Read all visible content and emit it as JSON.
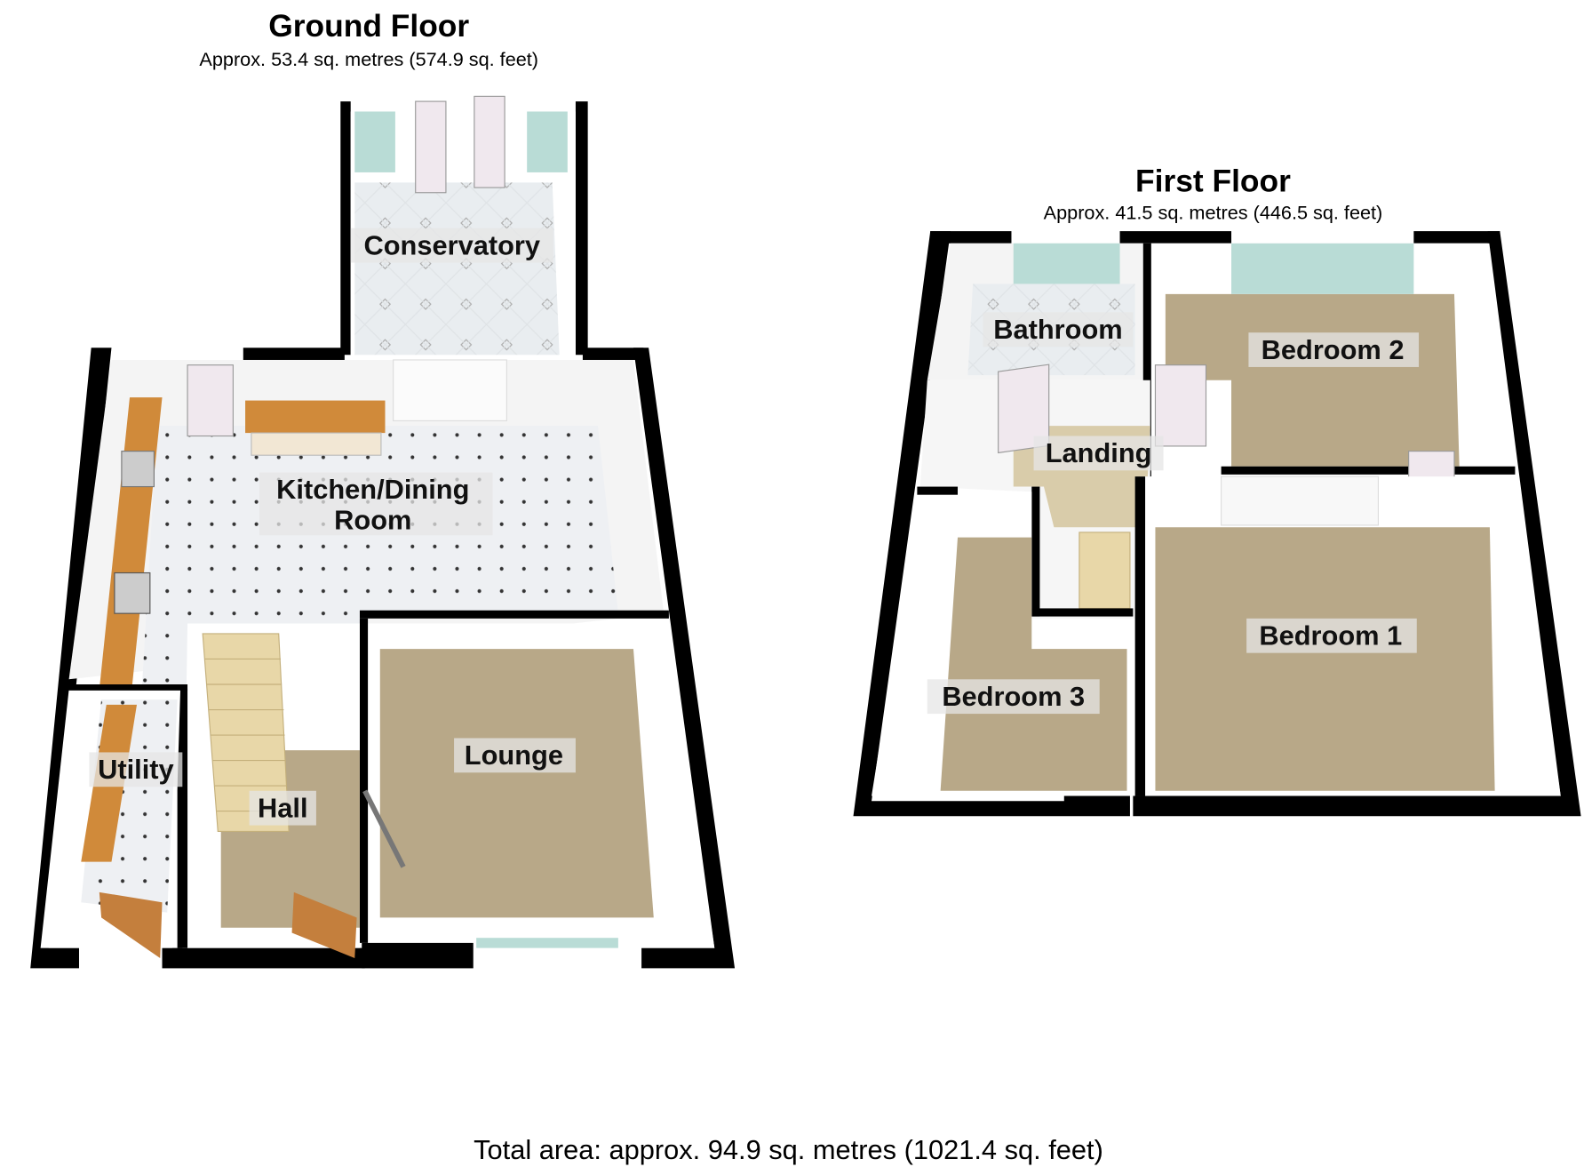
{
  "ground_floor": {
    "title": "Ground Floor",
    "area": "Approx. 53.4 sq. metres (574.9 sq. feet)",
    "rooms": {
      "conservatory": "Conservatory",
      "kitchen_line1": "Kitchen/Dining",
      "kitchen_line2": "Room",
      "lounge": "Lounge",
      "utility": "Utility",
      "hall": "Hall"
    }
  },
  "first_floor": {
    "title": "First Floor",
    "area": "Approx. 41.5 sq. metres (446.5 sq. feet)",
    "rooms": {
      "bathroom": "Bathroom",
      "bedroom2": "Bedroom 2",
      "landing": "Landing",
      "bedroom3": "Bedroom 3",
      "bedroom1": "Bedroom 1"
    }
  },
  "total_area": "Total area: approx. 94.9 sq. metres (1021.4 sq. feet)"
}
